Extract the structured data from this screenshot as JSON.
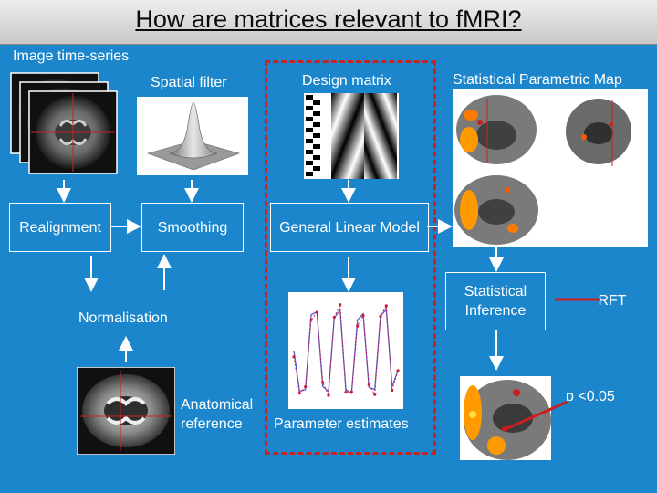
{
  "title": "How are matrices relevant to fMRI?",
  "labels": {
    "image_time_series": "Image time-series",
    "spatial_filter": "Spatial filter",
    "design_matrix": "Design matrix",
    "spm": "Statistical Parametric Map",
    "realignment": "Realignment",
    "smoothing": "Smoothing",
    "glm": "General Linear Model",
    "normalisation": "Normalisation",
    "statistical_inference": "Statistical Inference",
    "rft": "RFT",
    "anatomical_reference": "Anatomical reference",
    "parameter_estimates": "Parameter estimates",
    "p_value": "p <0.05"
  },
  "colors": {
    "background": "#1b86cc",
    "dashed_frame": "#cc2222",
    "plot_blue": "#5a5ad0",
    "plot_red": "#cc1e3c",
    "activation": "#ff9a00"
  },
  "plot": {
    "signal": [
      0.5,
      0.1,
      0.12,
      0.85,
      0.88,
      0.15,
      0.1,
      0.82,
      0.9,
      0.12,
      0.08,
      0.8,
      0.86,
      0.14,
      0.12,
      0.84,
      0.9,
      0.15,
      0.3
    ]
  }
}
